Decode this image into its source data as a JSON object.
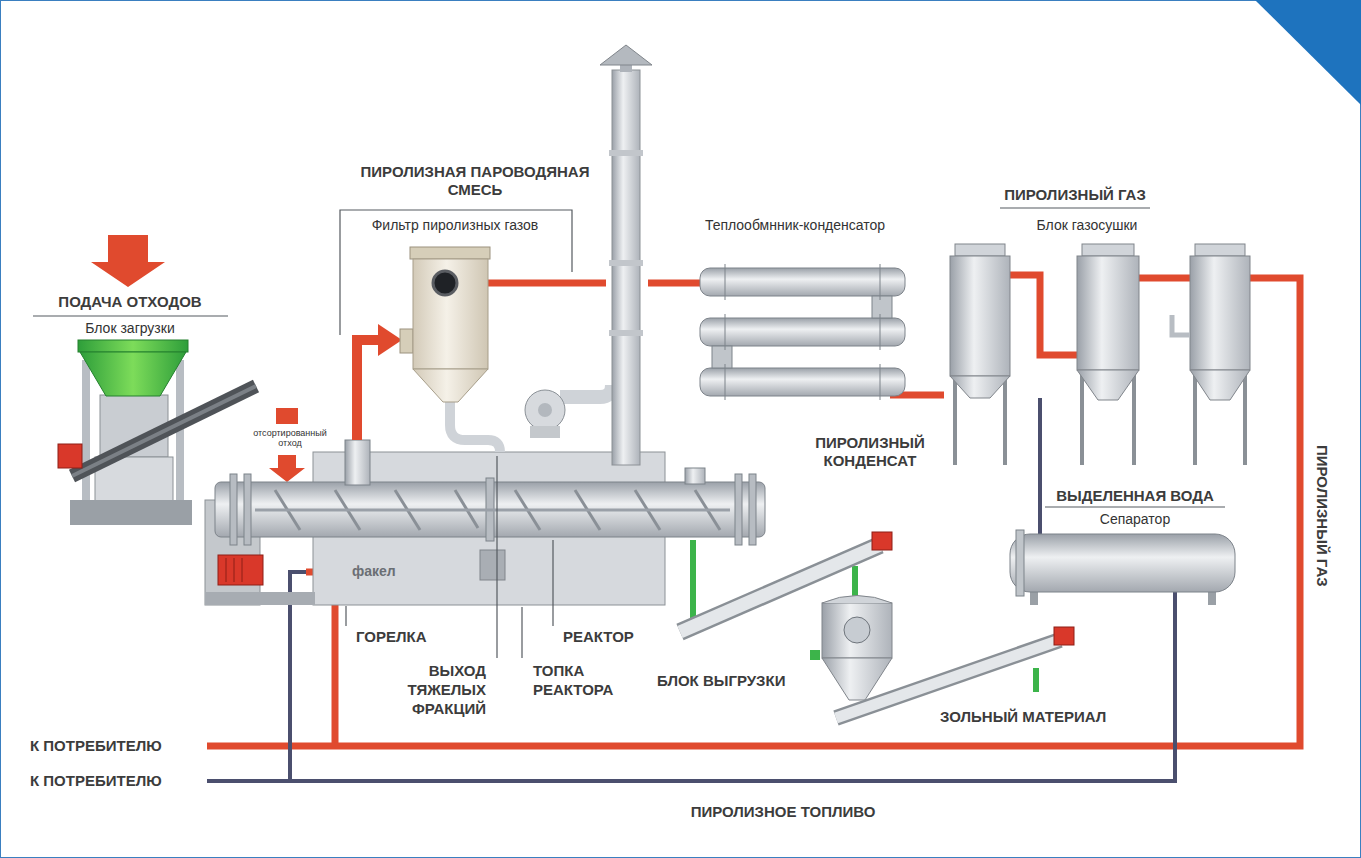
{
  "diagram": {
    "labels": [
      "ПОДАЧА ОТХОДОВ",
      "Блок загрузки",
      "отсортированный отход",
      "ПИРОЛИЗНАЯ ПАРОВОДЯНАЯ СМЕСЬ",
      "Фильтр пиролизных газов",
      "Теплообмнник-конденсатор",
      "ПИРОЛИЗНЫЙ ГАЗ",
      "Блок газосушки",
      "ПИРОЛИЗНЫЙ КОНДЕНСАТ",
      "ВЫДЕЛЕННАЯ ВОДА",
      "Сепаратор",
      "ПИРОЛИЗНЫЙ ГАЗ",
      "факел",
      "ГОРЕЛКА",
      "РЕАКТОР",
      "ВЫХОД ТЯЖЕЛЫХ ФРАКЦИЙ",
      "ТОПКА РЕАКТОРА",
      "БЛОК ВЫГРУЗКИ",
      "ЗОЛЬНЫЙ МАТЕРИАЛ",
      "К ПОТРЕБИТЕЛЮ",
      "К ПОТРЕБИТЕЛЮ",
      "ПИРОЛИЗНОЕ ТОПЛИВО"
    ]
  }
}
